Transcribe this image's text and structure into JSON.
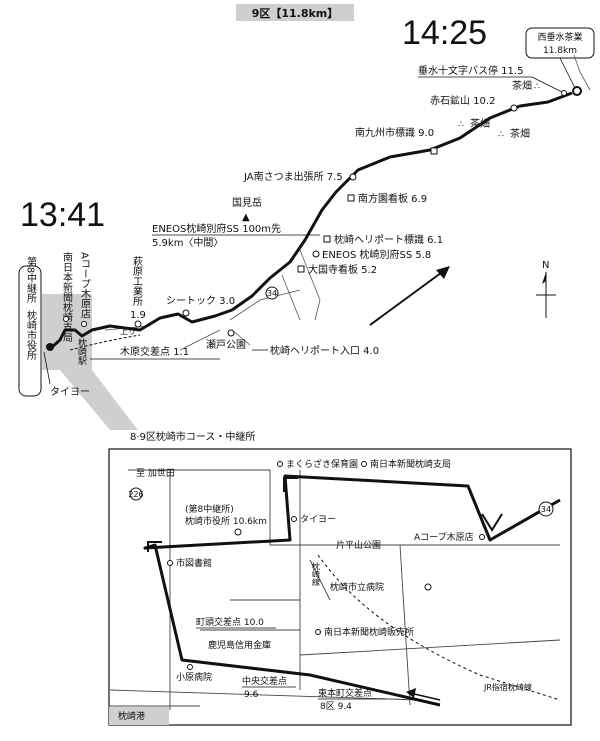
{
  "header": {
    "title": "9区【11.8km】"
  },
  "times": {
    "finish": "14:25",
    "start": "13:41"
  },
  "finish_box": {
    "line1": "西垂水茶業",
    "line2": "11.8km"
  },
  "start_box": {
    "line1": "第8中継所",
    "line2": "枕崎市役所"
  },
  "north": "N",
  "upper_labels": {
    "tarumizu": "垂水十文字バス停 11.5",
    "chabatake1": "茶畑",
    "akaishi": "赤石鉱山 10.2",
    "chabatake2": "茶畑",
    "chabatake3": "茶畑",
    "minamikyushu": "南九州市標識 9.0",
    "ja": "JA南さつま出張所 7.5",
    "nanpodo": "南方園看板 6.9",
    "kunimi": "国見岳",
    "eneos100": "ENEOS枕崎別府SS 100m先",
    "eneos100_sub": "5.9km〈中間〉",
    "heliport_sign": "枕崎ヘリポート標識 6.1",
    "eneos": "ENEOS 枕崎別府SS 5.8",
    "daikokuji": "大国寺看板 5.2",
    "road_num": "34",
    "seatoku": "シートック 3.0",
    "setokoen": "瀬戸公園",
    "heliport_entry": "枕崎ヘリポート入口 4.0",
    "hagiwara": "萩原工業所",
    "hagiwara_km": "1.9",
    "kihara": "木原交差点 1.1",
    "nobori": "上り",
    "makurazaki_station": "枕崎駅",
    "taiyo": "タイヨー",
    "vertical1": "南日本新聞枕崎支局",
    "vertical2": "Aコープ木原店"
  },
  "inset": {
    "title": "8·9区枕崎市コース・中継所",
    "kaseda": "至 加世田",
    "road_num_left": "226",
    "road_num_right": "34",
    "makurazaki_nursery": "まくらざき保育園",
    "nannichi_bureau": "南日本新聞枕崎支局",
    "relay_paren": "(第8中継所)",
    "relay": "枕崎市役所 10.6km",
    "taiyo": "タイヨー",
    "katahira": "片平山公園",
    "acoop": "Aコープ木原店",
    "library": "市図書館",
    "hospital": "枕崎市立病院",
    "track": "枕崎線",
    "nannichi_sales": "南日本新聞枕崎販売所",
    "machigashira": "町頭交差点 10.0",
    "kagoshima_bank": "鹿児島信用金庫",
    "ohara": "小原病院",
    "chuo": "中央交差点",
    "chuo_km": "9.6",
    "higashihoncho": "東本町交差点",
    "higashihoncho_km": "8区 9.4",
    "rail_label": "JR指宿枕崎線",
    "port": "枕崎港"
  }
}
